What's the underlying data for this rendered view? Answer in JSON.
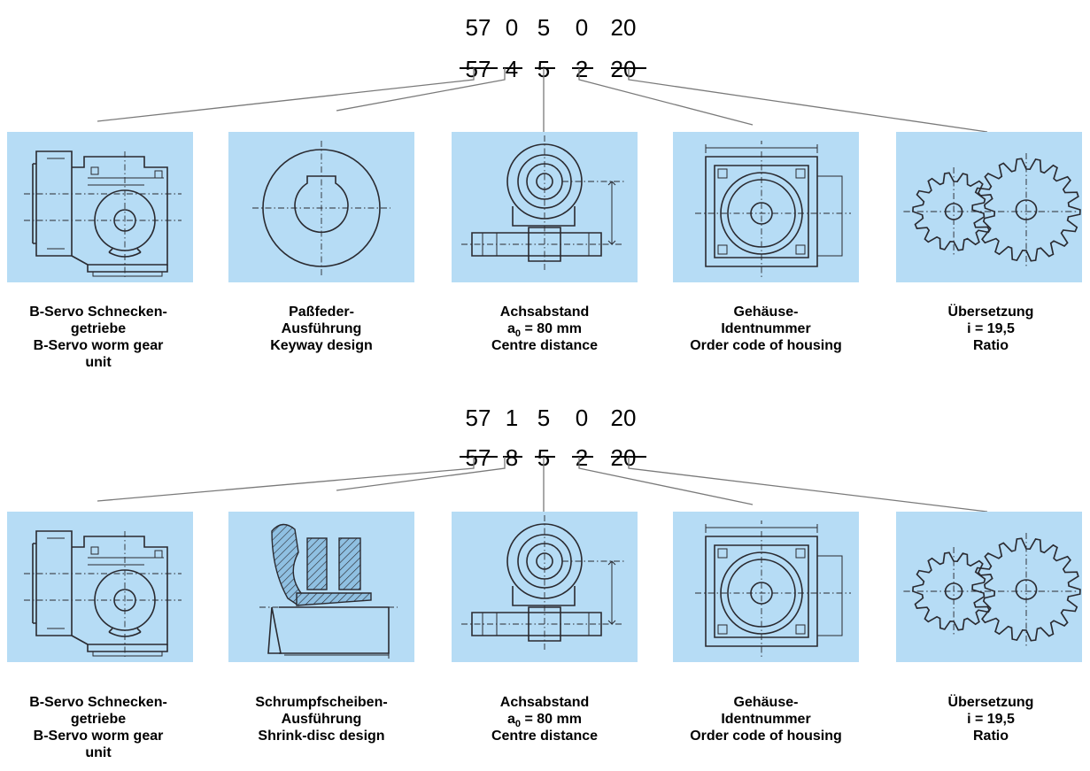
{
  "groups": [
    {
      "code_top": [
        "57",
        "0",
        "5",
        "0",
        "20"
      ],
      "code_bottom": [
        "57",
        "4",
        "5",
        "2",
        "20"
      ],
      "labels": [
        {
          "lines": [
            "B-Servo Schnecken-",
            "getriebe",
            "B-Servo worm gear",
            "unit"
          ]
        },
        {
          "lines": [
            "Paßfeder-",
            "Ausführung",
            "Keyway design"
          ]
        },
        {
          "lines": [
            "Achsabstand",
            "a₀ = 80 mm",
            "Centre distance"
          ]
        },
        {
          "lines": [
            "Gehäuse-",
            "Identnummer",
            "Order code of housing"
          ]
        },
        {
          "lines": [
            "Übersetzung",
            "i = 19,5",
            "Ratio"
          ]
        }
      ]
    },
    {
      "code_top": [
        "57",
        "1",
        "5",
        "0",
        "20"
      ],
      "code_bottom": [
        "57",
        "8",
        "5",
        "2",
        "20"
      ],
      "labels": [
        {
          "lines": [
            "B-Servo Schnecken-",
            "getriebe",
            "B-Servo worm gear",
            "unit"
          ]
        },
        {
          "lines": [
            "Schrumpfscheiben-",
            "Ausführung",
            "Shrink-disc design"
          ]
        },
        {
          "lines": [
            "Achsabstand",
            "a₀ = 80 mm",
            "Centre distance"
          ]
        },
        {
          "lines": [
            "Gehäuse-",
            "Identnummer",
            "Order code of housing"
          ]
        },
        {
          "lines": [
            "Übersetzung",
            "i = 19,5",
            "Ratio"
          ]
        }
      ]
    }
  ],
  "colors": {
    "panel": "#b6dcf5",
    "leader": "#7a7a7a",
    "ink": "#2a2a30"
  },
  "panel_drawings": [
    [
      "worm-gear-unit-drawing",
      "keyway-drawing",
      "centre-distance-drawing",
      "housing-drawing",
      "gear-ratio-drawing"
    ],
    [
      "worm-gear-unit-drawing",
      "shrink-disc-drawing",
      "centre-distance-drawing",
      "housing-drawing",
      "gear-ratio-drawing"
    ]
  ]
}
